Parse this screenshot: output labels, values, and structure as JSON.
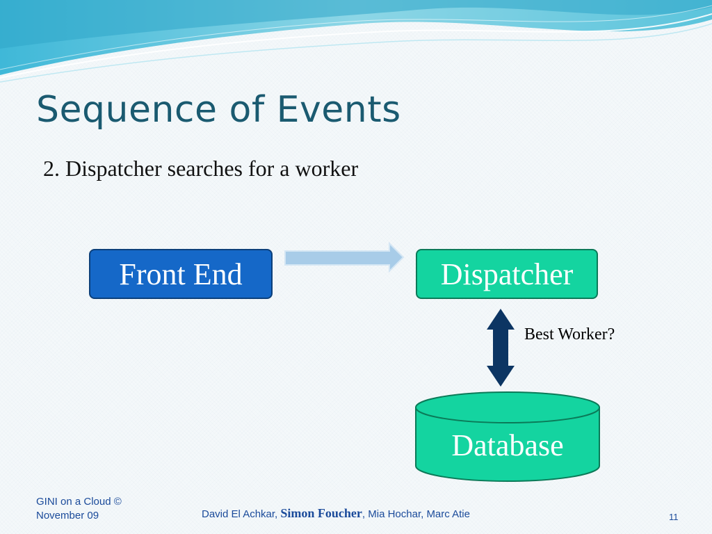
{
  "slide": {
    "title": "Sequence of Events",
    "subtitle": "2. Dispatcher searches for a worker"
  },
  "diagram": {
    "front_end_label": "Front End",
    "dispatcher_label": "Dispatcher",
    "database_label": "Database",
    "query_label": "Best Worker?"
  },
  "footer": {
    "left_text": "GINI on a Cloud © November 09",
    "authors_part1": "David El Achkar, ",
    "authors_highlight": "Simon Foucher",
    "authors_part2": ", Mia Hochar, Marc Atie",
    "page_number": "11"
  },
  "colors": {
    "title": "#1a5a70",
    "front_end_fill": "#1568c8",
    "dispatcher_fill": "#14d4a0",
    "database_fill": "#14d4a0",
    "flow_arrow": "#a8cce8",
    "double_arrow": "#0c3563",
    "footer_text": "#1a4a9a"
  }
}
